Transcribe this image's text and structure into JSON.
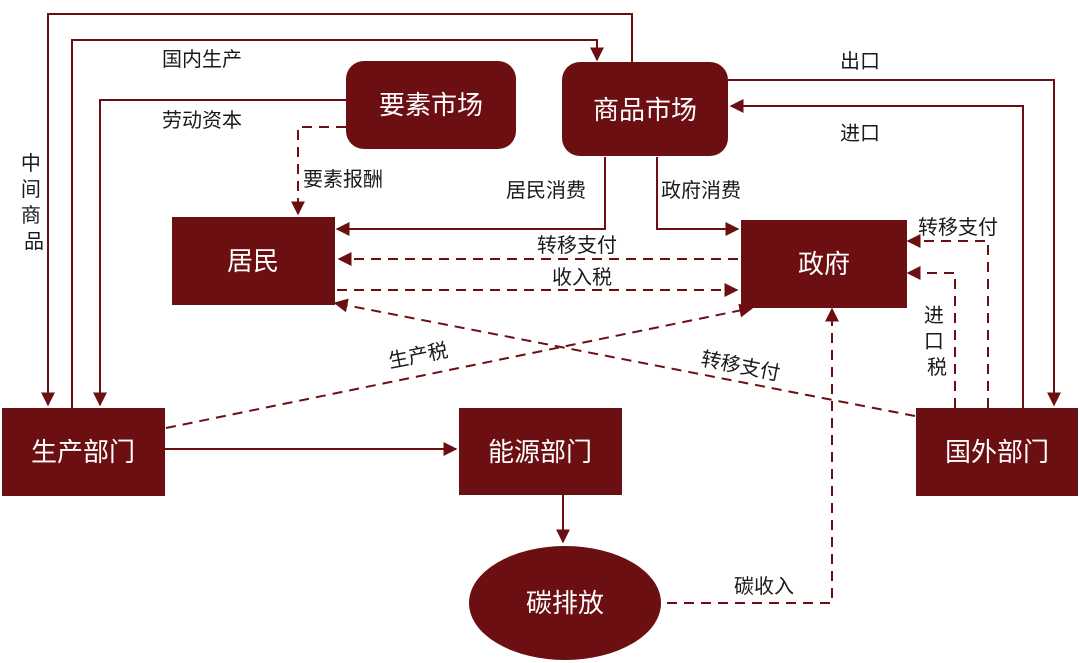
{
  "colors": {
    "node_fill": "#6b0f12",
    "arrow": "#6b0f12",
    "text": "#1a1a1a",
    "node_text": "#ffffff"
  },
  "nodes": {
    "factor_market": "要素市场",
    "goods_market": "商品市场",
    "households": "居民",
    "government": "政府",
    "production": "生产部门",
    "energy": "能源部门",
    "foreign": "国外部门",
    "carbon": "碳排放"
  },
  "labels": {
    "domestic_production": "国内生产",
    "labor_capital": "劳动资本",
    "intermediate_goods": "中间商品",
    "factor_payment": "要素报酬",
    "household_consumption": "居民消费",
    "government_consumption": "政府消费",
    "export": "出口",
    "import": "进口",
    "transfer_payment_gov_to_hh": "转移支付",
    "income_tax": "收入税",
    "transfer_payment_foreign_to_gov": "转移支付",
    "import_tax": "进口税",
    "production_tax": "生产税",
    "transfer_payment_foreign_to_hh": "转移支付",
    "carbon_revenue": "碳收入"
  }
}
